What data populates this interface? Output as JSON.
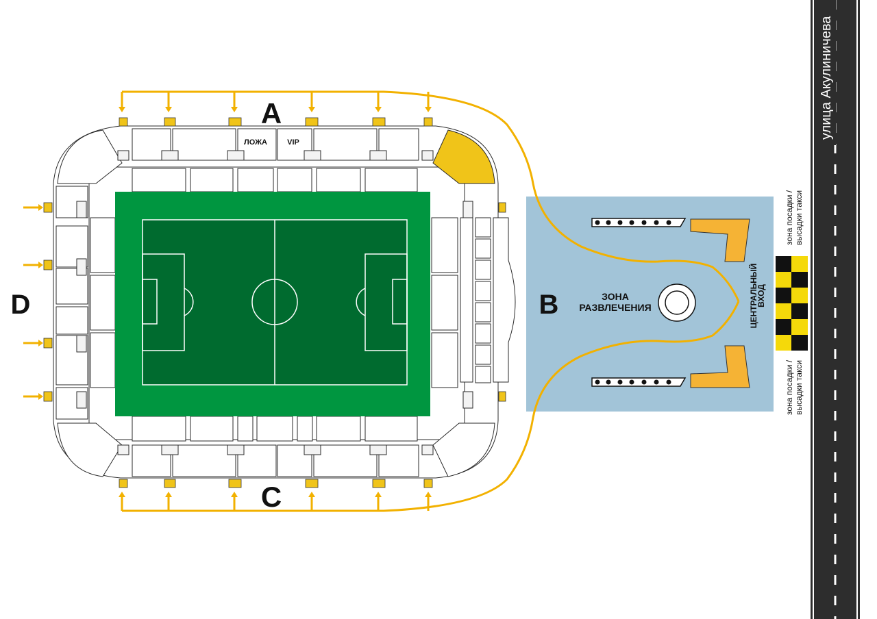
{
  "sectors": {
    "north": "A",
    "east": "B",
    "south": "C",
    "west": "D"
  },
  "boxes": {
    "loge": "ЛОЖА",
    "vip": "VIP"
  },
  "entertainment_zone": {
    "line1": "ЗОНА",
    "line2": "РАЗВЛЕЧЕНИЯ"
  },
  "central_entrance": {
    "line1": "ЦЕНТРАЛЬНЫЙ",
    "line2": "ВХОД"
  },
  "taxi_zone_top": {
    "line1": "зона посадки /",
    "line2": "высадки такси"
  },
  "taxi_zone_bottom": {
    "line1": "зона посадки /",
    "line2": "высадки такси"
  },
  "street_name": "улица Акулиничева",
  "colors": {
    "route": "#f2b100",
    "pitch_outer": "#009640",
    "pitch_inner": "#006b2f",
    "plaza": "#a2c4d8",
    "gate": "#f0c419",
    "taxi_yellow": "#f5d90a",
    "taxi_black": "#111111",
    "entrance_shape": "#f5b335",
    "road": "#2d2d2d"
  }
}
